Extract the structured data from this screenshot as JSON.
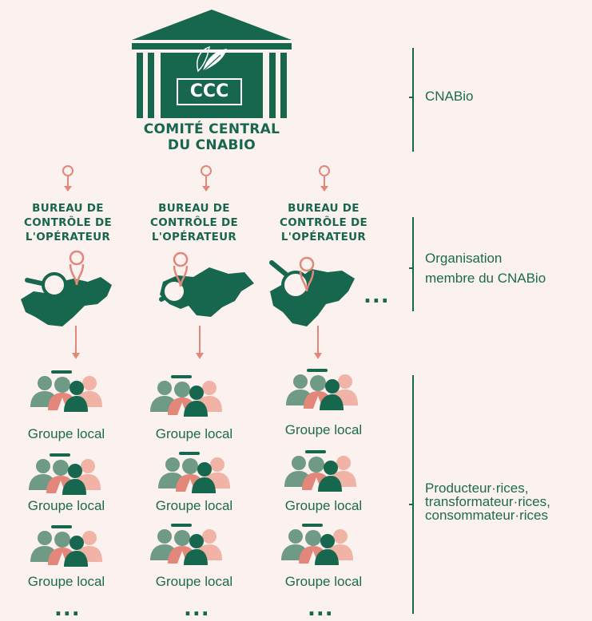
{
  "central": {
    "logo_text": "CCC",
    "title_line1": "COMITÉ CENTRAL",
    "title_line2": "DU CNABIO"
  },
  "bureaus": [
    {
      "line1": "BUREAU DE",
      "line2": "CONTRÔLE DE",
      "line3": "L'OPÉRATEUR"
    },
    {
      "line1": "BUREAU DE",
      "line2": "CONTRÔLE DE",
      "line3": "L'OPÉRATEUR"
    },
    {
      "line1": "BUREAU DE",
      "line2": "CONTRÔLE DE",
      "line3": "L'OPÉRATEUR"
    }
  ],
  "bureau_more": "...",
  "groups": [
    [
      "Groupe local",
      "Groupe local",
      "Groupe local"
    ],
    [
      "Groupe local",
      "Groupe local",
      "Groupe local"
    ],
    [
      "Groupe local",
      "Groupe local",
      "Groupe local"
    ]
  ],
  "group_more": "...",
  "side_labels": {
    "level1": "CNABio",
    "level2_line1": "Organisation",
    "level2_line2": "membre du CNABio",
    "level3_line1": "Producteur·rices,",
    "level3_line2": "transformateur·rices,",
    "level3_line3": "consommateur·rices"
  },
  "colors": {
    "background": "#fbf1ee",
    "primary_green": "#17664e",
    "accent_salmon": "#e2877a"
  },
  "icons": [
    "building-icon",
    "leaf-icon",
    "map-search-icon",
    "location-pin-icon",
    "people-group-icon"
  ]
}
